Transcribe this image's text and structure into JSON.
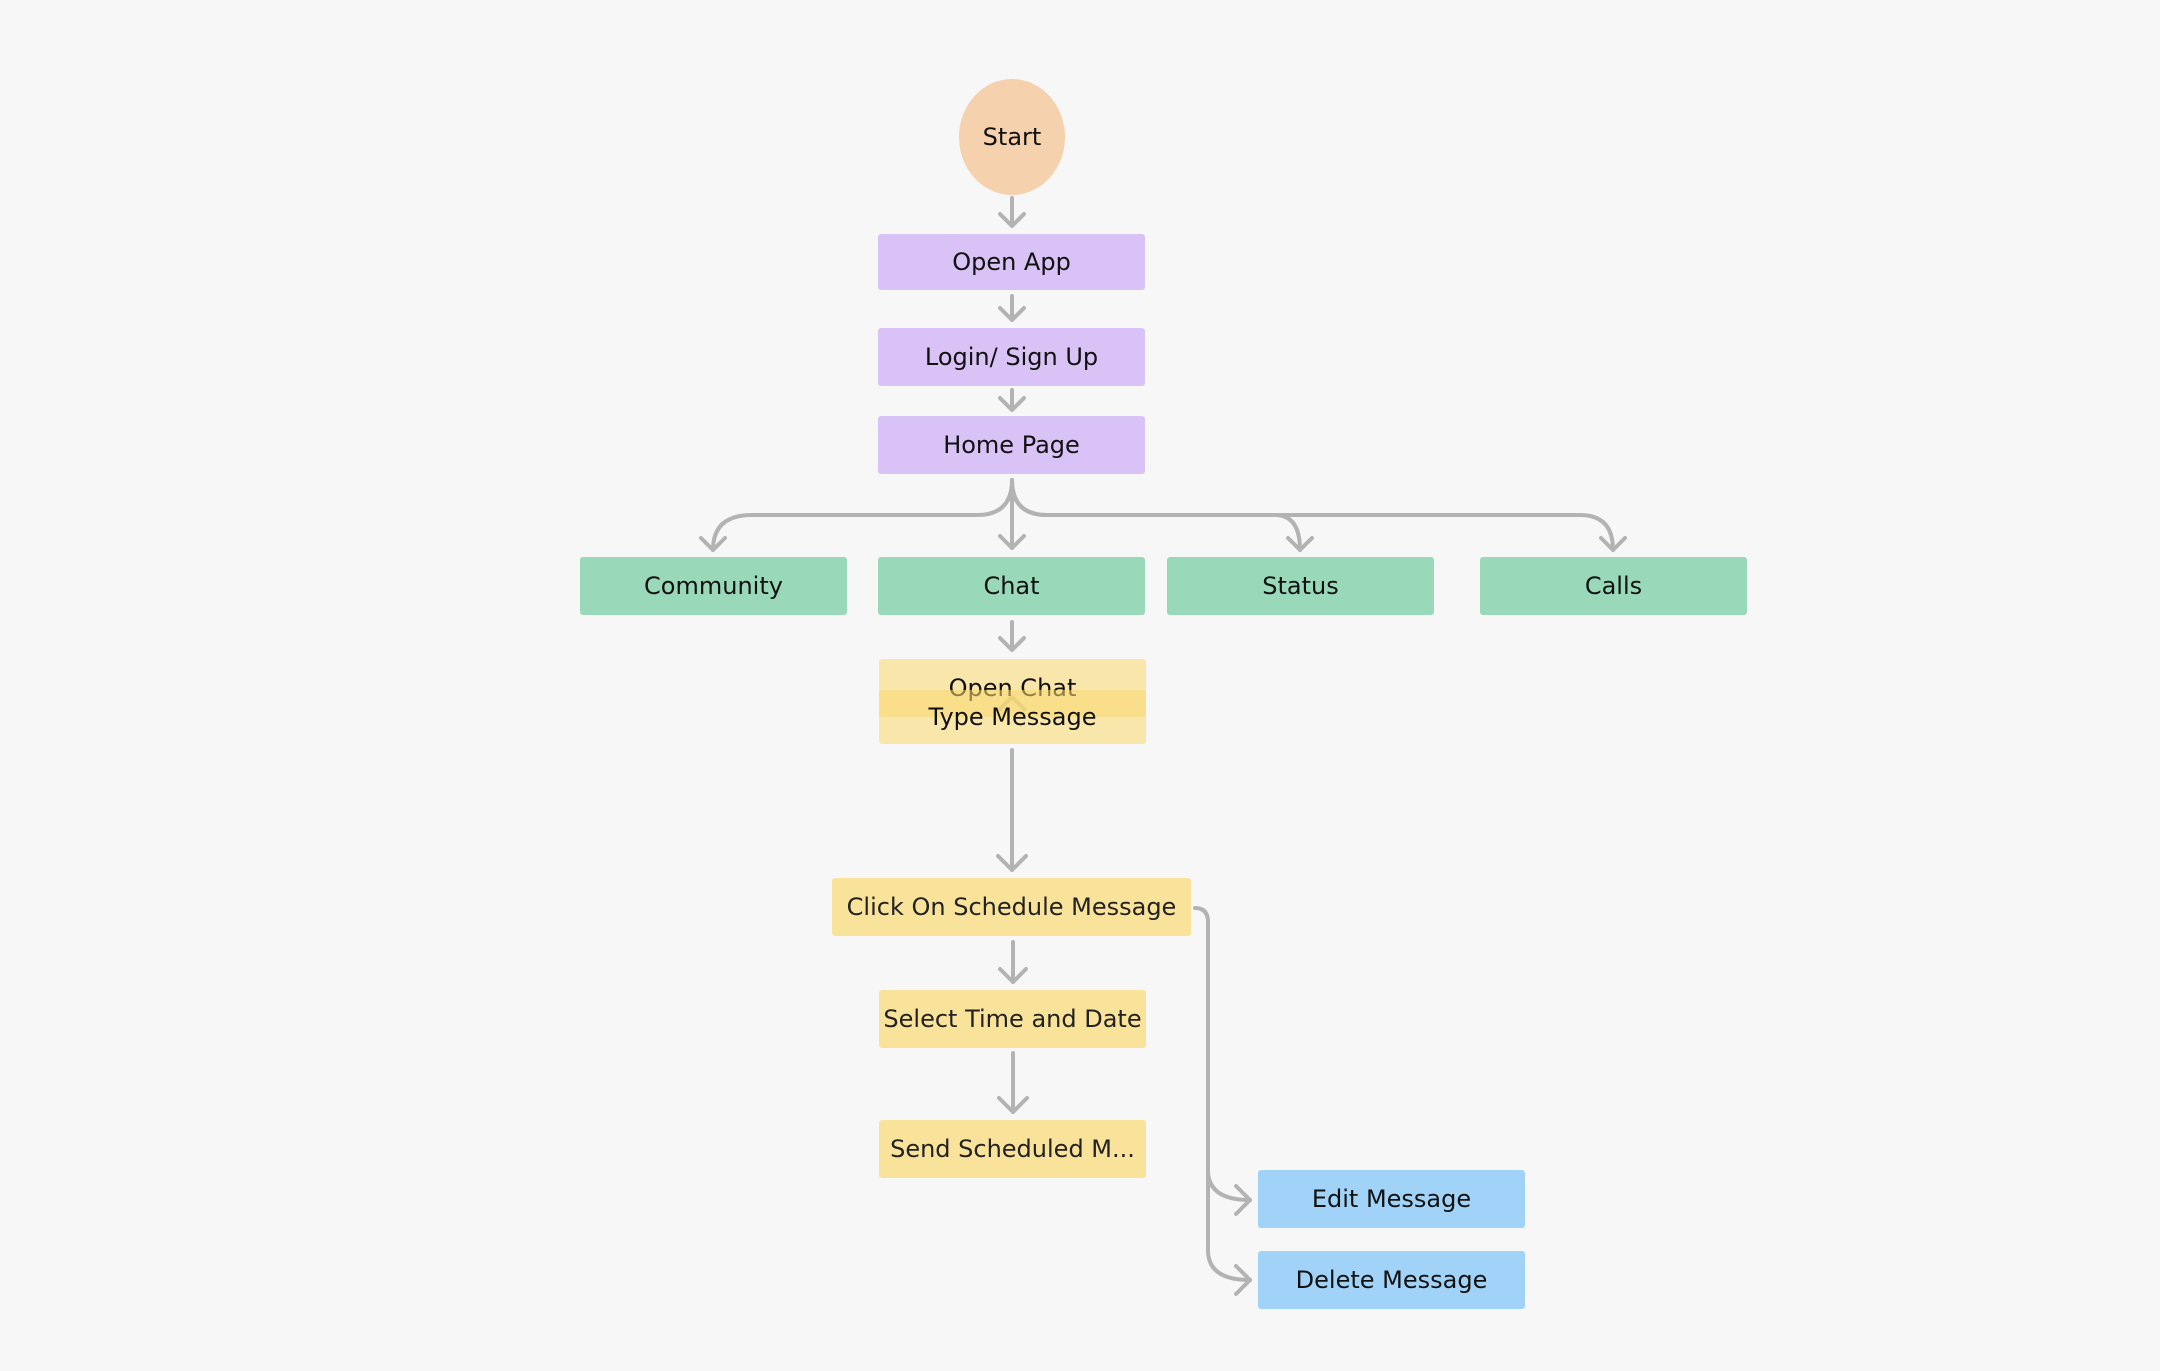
{
  "diagram": {
    "nodes": [
      {
        "id": "start",
        "label": "Start"
      },
      {
        "id": "open-app",
        "label": "Open App"
      },
      {
        "id": "login",
        "label": "Login/ Sign Up"
      },
      {
        "id": "home",
        "label": "Home Page"
      },
      {
        "id": "community",
        "label": "Community"
      },
      {
        "id": "chat",
        "label": "Chat"
      },
      {
        "id": "status",
        "label": "Status"
      },
      {
        "id": "calls",
        "label": "Calls"
      },
      {
        "id": "open-chat",
        "label": "Open Chat"
      },
      {
        "id": "type-message",
        "label": "Type Message"
      },
      {
        "id": "schedule",
        "label": "Click On Schedule Message"
      },
      {
        "id": "select-time",
        "label": "Select Time and Date"
      },
      {
        "id": "send-scheduled",
        "label": "Send Scheduled M..."
      },
      {
        "id": "edit",
        "label": "Edit Message"
      },
      {
        "id": "delete",
        "label": "Delete Message"
      }
    ],
    "edges": [
      {
        "from": "start",
        "to": "open-app"
      },
      {
        "from": "open-app",
        "to": "login"
      },
      {
        "from": "login",
        "to": "home"
      },
      {
        "from": "home",
        "to": "community"
      },
      {
        "from": "home",
        "to": "chat"
      },
      {
        "from": "home",
        "to": "status"
      },
      {
        "from": "home",
        "to": "calls"
      },
      {
        "from": "chat",
        "to": "open-chat"
      },
      {
        "from": "open-chat",
        "to": "type-message"
      },
      {
        "from": "type-message",
        "to": "schedule"
      },
      {
        "from": "schedule",
        "to": "select-time"
      },
      {
        "from": "select-time",
        "to": "send-scheduled"
      },
      {
        "from": "schedule",
        "to": "edit"
      },
      {
        "from": "schedule",
        "to": "delete"
      }
    ]
  },
  "colors": {
    "background": "#f7f7f7",
    "start": "#f5d1ad",
    "purple": "#d9c2f5",
    "green": "#99d9b9",
    "yellow": "#f9e39b",
    "blue": "#a1d3f8",
    "connector": "#b3b3b3"
  }
}
